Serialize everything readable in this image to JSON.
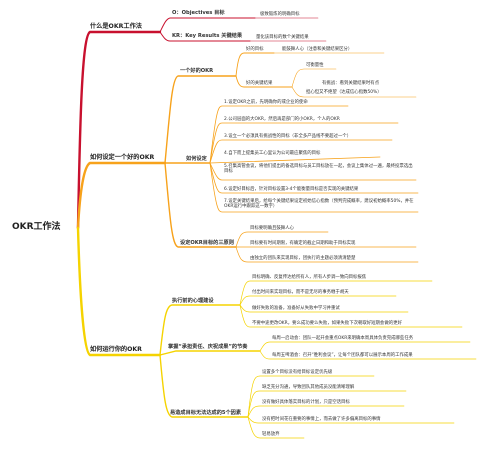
{
  "root": "OKR工作法",
  "colors": {
    "red": "#c8102e",
    "orange": "#f7a21b",
    "yellow": "#f5d300"
  },
  "branches": [
    {
      "label": "什么是OKR工作法",
      "children": [
        {
          "label": "O：Objectives 目标",
          "children": [
            "极致锻炼的明确目标"
          ]
        },
        {
          "label": "KR：Key Results 关键结果",
          "children": [
            "量化该目标的数个关键结果"
          ]
        }
      ]
    },
    {
      "label": "如何设定一个好的OKR",
      "children": [
        {
          "label": "一个好的OKR",
          "good_goal": {
            "label": "好的目标",
            "note": "能鼓舞人心（注意和关键结果区分）"
          },
          "good_kr": {
            "label": "好的关键结果",
            "measurable": "可衡量性",
            "challenging": "有挑战：看到关键结果时有点",
            "challenging_detail": "担心但又不绝望（达成信心指数50%）"
          }
        },
        {
          "label": "如何设定",
          "steps": [
            "1.设定OKR之前，先明确你的或企业的使命",
            "2.公司层面的大OKR，然后再是部门的小OKR，个人的OKR",
            "3.设立一个必须具有挑战性的目标（非全多产品线不要超过一个）",
            "4.自下而上提集员工心里认为公司最应聚焦的目标",
            "5.召集高管会议，将他们提出的备选目标与员工目标放在一起，会议上集体过一遍，最终投票选出目标",
            "6.设定好目标后，针对目标设置3-4个能衡量目标是否实现的关键结果",
            "7.设定关键结果后，给每个关键结果设定初始信心指数（预判完成概率，建议初始概率50%，并在OKR运行中跟踪这一数字）"
          ]
        },
        {
          "label": "设定OKR目标的三原则",
          "principles": [
            "目标要明确且鼓舞人心",
            "目标要有时间期限，有确定的截止日期和助于目标实现",
            "由独立的团队来实现目标，团执行的主题必须清清楚楚"
          ]
        }
      ]
    },
    {
      "label": "如何运行你的OKR",
      "children": [
        {
          "label": "执行前的心理建设",
          "items": [
            "目标明确、反复传达给所有人，所有人步调一致向目标报焦",
            "付出时间来实现目标，而不是无尽的事务缠于胡天",
            "做好失败的准备，准备好从失败中学习并重试",
            "不要中途更改OKR，要么成功要么失败，如果失败下次朝取好短期会做的更好"
          ]
        },
        {
          "label": "掌握“承担责任、庆祝成果”的节奏",
          "items": [
            "每周一启动会：团队一起开会重点OKR来明确本周具体负责完成哪些任务",
            "每周五啤酒会：召开“胜利会议”，让每个团队都可以展示本周的工作成果"
          ]
        },
        {
          "label": "易造成目标无法达成的5个因素",
          "items": [
            "设置多个目标没有给目标设定优先级",
            "缺乏充分沟通，导致团队其他成员没能清晰理解",
            "没有做好具体落实目标的计划，只是空话目标",
            "没有把时间花在重要的事情上，而去做了许多偏离目标的事情",
            "轻易放弃"
          ]
        }
      ]
    }
  ]
}
